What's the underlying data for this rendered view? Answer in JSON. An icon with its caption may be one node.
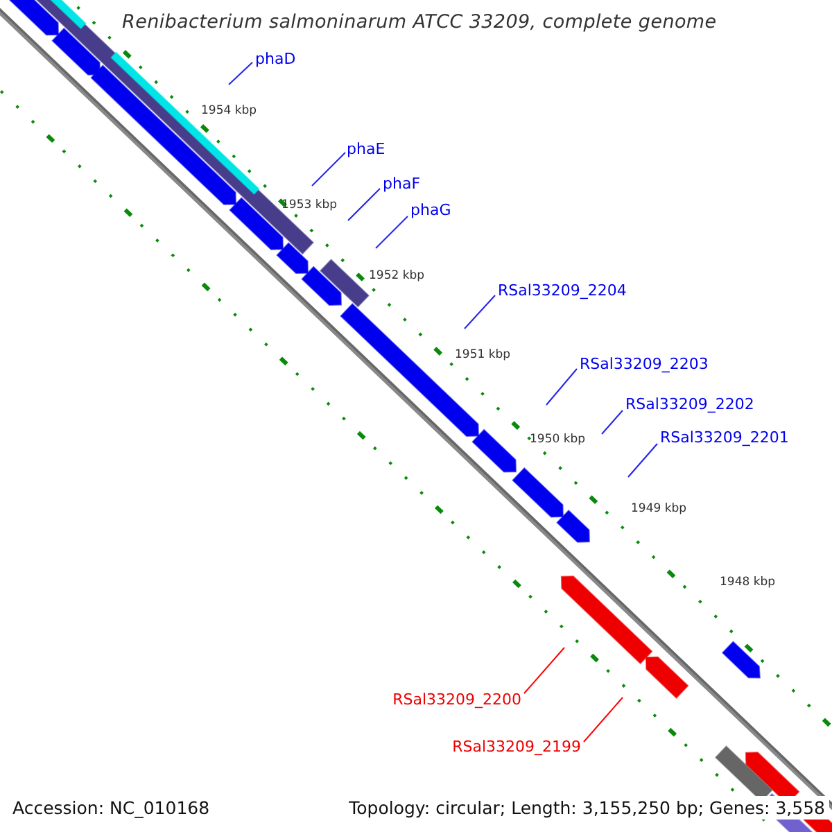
{
  "diagram": {
    "title": "Renibacterium salmoninarum ATCC 33209, complete genome",
    "nodes": [
      {
        "text": [
          "phaD"
        ]
      },
      {
        "text": [
          "phaE"
        ]
      },
      {
        "text": [
          "phaF"
        ]
      },
      {
        "text": [
          "phaG"
        ]
      },
      {
        "text": [
          "RSal33209_2204"
        ]
      },
      {
        "text": [
          "RSal33209_2203"
        ]
      },
      {
        "text": [
          "RSal33209_2202"
        ]
      },
      {
        "text": [
          "RSal33209_2201"
        ]
      },
      {
        "text": [
          "RSal33209_2200"
        ]
      },
      {
        "text": [
          "RSal33209_2199"
        ]
      }
    ],
    "edges": [
      {
        "from": 0,
        "to": null,
        "arrow": "none"
      },
      {
        "from": 1,
        "to": null,
        "arrow": "none"
      },
      {
        "from": 2,
        "to": null,
        "arrow": "none"
      },
      {
        "from": 3,
        "to": null,
        "arrow": "none"
      },
      {
        "from": 4,
        "to": null,
        "arrow": "none"
      },
      {
        "from": 5,
        "to": null,
        "arrow": "none"
      },
      {
        "from": 6,
        "to": null,
        "arrow": "none"
      },
      {
        "from": 7,
        "to": null,
        "arrow": "none"
      },
      {
        "from": 8,
        "to": null,
        "arrow": "none",
        "color": "#ff0000"
      },
      {
        "from": 9,
        "to": null,
        "arrow": "none",
        "color": "#ff0000"
      }
    ],
    "labels": [
      "1954 kbp",
      "1953 kbp",
      "1952 kbp",
      "1951 kbp",
      "1950 kbp",
      "1949 kbp",
      "1948 kbp",
      "Accession: NC_010168",
      "Topology: circular; Length: 3,155,250 bp; Genes: 3,558"
    ]
  }
}
